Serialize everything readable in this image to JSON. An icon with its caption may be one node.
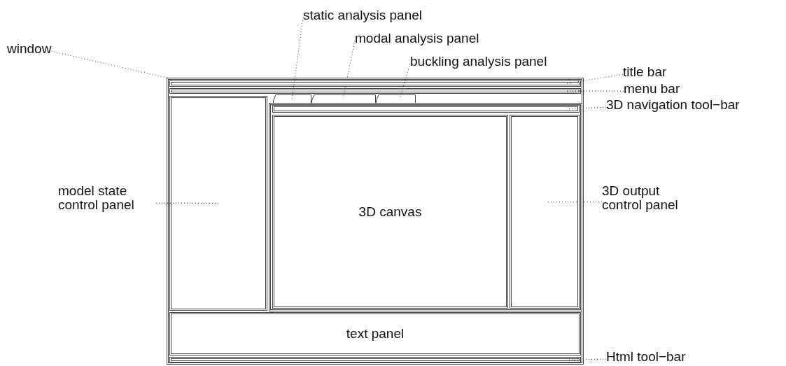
{
  "diagram": {
    "nodes": [
      {
        "text": [],
        "shape": "box"
      },
      {
        "text": [],
        "shape": "bar",
        "in": 0
      },
      {
        "text": [],
        "shape": "bar",
        "in": 0
      },
      {
        "text": [],
        "shape": "box",
        "in": 0
      },
      {
        "text": [],
        "shape": "tab",
        "in": 0
      },
      {
        "text": [],
        "shape": "tab",
        "in": 0
      },
      {
        "text": [],
        "shape": "tab",
        "in": 0
      },
      {
        "text": [],
        "shape": "box",
        "in": 0
      },
      {
        "text": [],
        "shape": "bar",
        "in": 7
      },
      {
        "text": [
          "3D canvas"
        ],
        "in": 7
      },
      {
        "text": [],
        "shape": "box",
        "in": 7
      },
      {
        "text": [
          "text panel"
        ],
        "in": 0
      },
      {
        "text": [],
        "shape": "bar",
        "in": 0
      },
      {
        "text": [
          "window"
        ]
      },
      {
        "text": [
          "static analysis panel"
        ]
      },
      {
        "text": [
          "modal analysis panel"
        ]
      },
      {
        "text": [
          "buckling analysis panel"
        ]
      },
      {
        "text": [
          "title bar"
        ]
      },
      {
        "text": [
          "menu bar"
        ]
      },
      {
        "text": [
          "3D navigation tool−bar"
        ]
      },
      {
        "text": [
          "model state control panel"
        ]
      },
      {
        "text": [
          "3D output control panel"
        ]
      },
      {
        "text": [
          "Html tool−bar"
        ]
      }
    ],
    "edges": [
      {
        "from": 13,
        "to": 0,
        "arrow": "none"
      },
      {
        "from": 14,
        "to": 4,
        "arrow": "none"
      },
      {
        "from": 15,
        "to": 5,
        "arrow": "none"
      },
      {
        "from": 16,
        "to": 6,
        "arrow": "none"
      },
      {
        "from": 17,
        "to": 1,
        "arrow": "none"
      },
      {
        "from": 18,
        "to": 2,
        "arrow": "none"
      },
      {
        "from": 19,
        "to": 8,
        "arrow": "none"
      },
      {
        "from": 20,
        "to": 3,
        "arrow": "none"
      },
      {
        "from": 21,
        "to": 10,
        "arrow": "none"
      },
      {
        "from": 22,
        "to": 12,
        "arrow": "none"
      }
    ]
  }
}
